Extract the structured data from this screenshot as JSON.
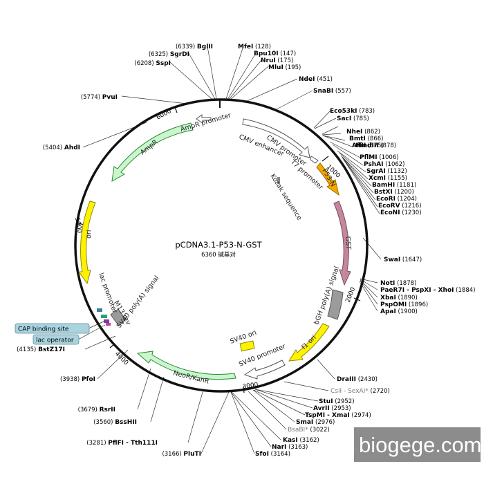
{
  "plasmid": {
    "name": "pCDNA3.1-P53-N-GST",
    "size_text": "6360",
    "unit_text": "碱基对"
  },
  "ticks": [
    "1000",
    "2000",
    "3000",
    "4000",
    "5000",
    "6000"
  ],
  "features": {
    "ampr_promoter": "AmpR promoter",
    "ampr": "AmpR",
    "ori": "ori",
    "cmv_enhancer": "CMV enhancer",
    "cmv_promoter": "CMV promoter",
    "t7_promoter": "T7 promoter",
    "kozak": "Kozak sequence",
    "p53": "P53-N",
    "gst": "GST",
    "bgh": "bGH poly(A) signal",
    "f1_ori": "f1 ori",
    "sv40_promoter": "SV40 promoter",
    "sv40_ori": "SV40 ori",
    "neor": "NeoR/KanR",
    "sv40_polya": "SV40 poly(A) signal",
    "m13_rev": "M13 rev",
    "lac_promoter": "lac promoter",
    "cap_site": "CAP binding site",
    "lac_operator": "lac operator"
  },
  "sites": [
    {
      "name": "BglII",
      "pos": "(6339)"
    },
    {
      "name": "SgrDI",
      "pos": "(6325)"
    },
    {
      "name": "SspI",
      "pos": "(6208)"
    },
    {
      "name": "PvuI",
      "pos": "(5774)"
    },
    {
      "name": "AhdI",
      "pos": "(5404)"
    },
    {
      "name": "MfeI",
      "pos": "(128)"
    },
    {
      "name": "Bpu10I",
      "pos": "(147)"
    },
    {
      "name": "NruI",
      "pos": "(175)"
    },
    {
      "name": "MluI",
      "pos": "(195)"
    },
    {
      "name": "NdeI",
      "pos": "(451)"
    },
    {
      "name": "SnaBI",
      "pos": "(557)"
    },
    {
      "name": "Eco53kI",
      "pos": "(783)"
    },
    {
      "name": "SacI",
      "pos": "(785)"
    },
    {
      "name": "NheI",
      "pos": "(862)"
    },
    {
      "name": "BmtI",
      "pos": "(866)"
    },
    {
      "name": "AflII",
      "pos": "(875)"
    },
    {
      "name": "HindIII",
      "pos": "(878)"
    },
    {
      "name": "PflMI",
      "pos": "(1006)"
    },
    {
      "name": "PshAI",
      "pos": "(1062)"
    },
    {
      "name": "SgrAI",
      "pos": "(1132)"
    },
    {
      "name": "XcmI",
      "pos": "(1155)"
    },
    {
      "name": "BamHI",
      "pos": "(1181)"
    },
    {
      "name": "BstXI",
      "pos": "(1200)"
    },
    {
      "name": "EcoRI",
      "pos": "(1204)"
    },
    {
      "name": "EcoRV",
      "pos": "(1216)"
    },
    {
      "name": "EcoNI",
      "pos": "(1230)"
    },
    {
      "name": "SwaI",
      "pos": "(1647)"
    },
    {
      "name": "NotI",
      "pos": "(1878)"
    },
    {
      "name": "PaeR7I - PspXI - XhoI",
      "pos": "(1884)"
    },
    {
      "name": "XbaI",
      "pos": "(1890)"
    },
    {
      "name": "PspOMI",
      "pos": "(1896)"
    },
    {
      "name": "ApaI",
      "pos": "(1900)"
    },
    {
      "name": "DraIII",
      "pos": "(2430)"
    },
    {
      "name": "CsiI - SexAI*",
      "pos": "(2720)"
    },
    {
      "name": "StuI",
      "pos": "(2952)"
    },
    {
      "name": "AvrII",
      "pos": "(2953)"
    },
    {
      "name": "TspMI - XmaI",
      "pos": "(2974)"
    },
    {
      "name": "SmaI",
      "pos": "(2976)"
    },
    {
      "name": "BsaBI*",
      "pos": "(3022)"
    },
    {
      "name": "KasI",
      "pos": "(3162)"
    },
    {
      "name": "NarI",
      "pos": "(3163)"
    },
    {
      "name": "SfoI",
      "pos": "(3164)"
    },
    {
      "name": "PluTI",
      "pos": "(3166)"
    },
    {
      "name": "PflFI - Tth111I",
      "pos": "(3281)"
    },
    {
      "name": "BssHII",
      "pos": "(3560)"
    },
    {
      "name": "RsrII",
      "pos": "(3679)"
    },
    {
      "name": "PfoI",
      "pos": "(3938)"
    },
    {
      "name": "BstZ17I",
      "pos": "(4135)"
    }
  ],
  "watermark": "biogege.com",
  "colors": {
    "backbone": "#111111",
    "promoter": "#ffffff",
    "ampr": "#c9f5cf",
    "ori": "#fff200",
    "p53": "#f5a800",
    "gst": "#c3889e",
    "polya": "#9b9b9b",
    "callout_box": "#a9d3df",
    "watermark_bg": "#808080"
  }
}
